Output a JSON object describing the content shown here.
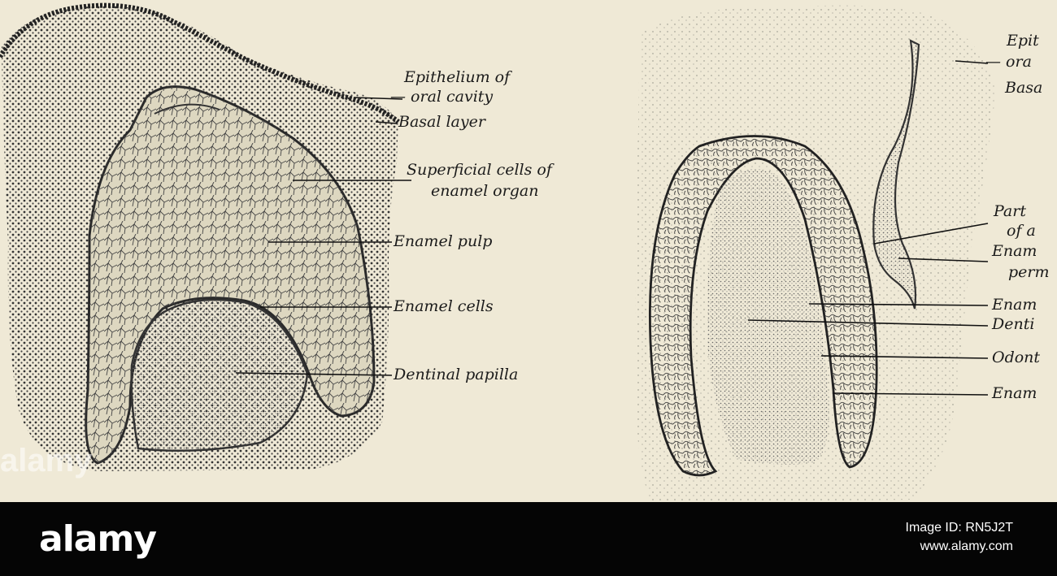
{
  "left_labels": {
    "epithelium": "Epithelium of",
    "oral_cavity": "oral cavity",
    "basal_layer": "Basal layer",
    "superficial": "Superficial cells of",
    "enamel_organ": "enamel organ",
    "enamel_pulp": "Enamel pulp",
    "enamel_cells": "Enamel cells",
    "dentinal_papilla": "Dentinal papilla"
  },
  "right_labels": {
    "epit": "Epit",
    "ora": "ora",
    "basa": "Basa",
    "part": "Part",
    "of_a": "of a",
    "enam1": "Enam",
    "perm": "perm",
    "enam2": "Enam",
    "denti": "Denti",
    "odont": "Odont",
    "enam3": "Enam"
  },
  "watermark": {
    "brand": "alamy",
    "logo_text": "alamy",
    "image_id": "Image ID: RN5J2T",
    "site": "www.alamy.com"
  }
}
